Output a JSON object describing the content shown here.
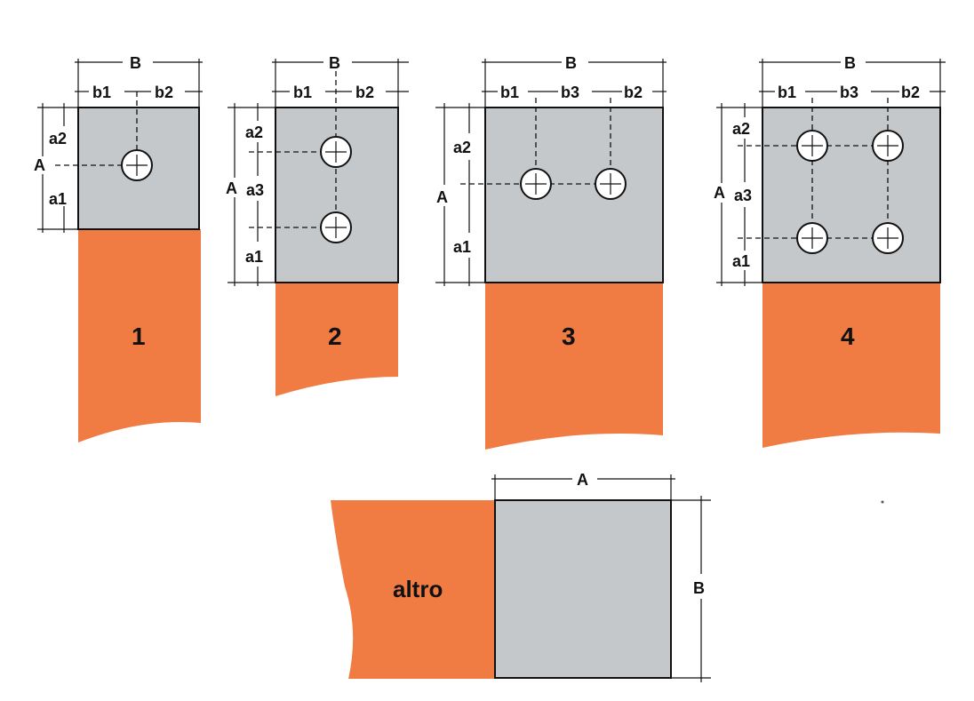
{
  "labels": {
    "B": "B",
    "A": "A",
    "b1": "b1",
    "b2": "b2",
    "b3": "b3",
    "a1": "a1",
    "a2": "a2",
    "a3": "a3"
  },
  "figures": {
    "f1": "1",
    "f2": "2",
    "f3": "3",
    "f4": "4",
    "other": "altro"
  }
}
